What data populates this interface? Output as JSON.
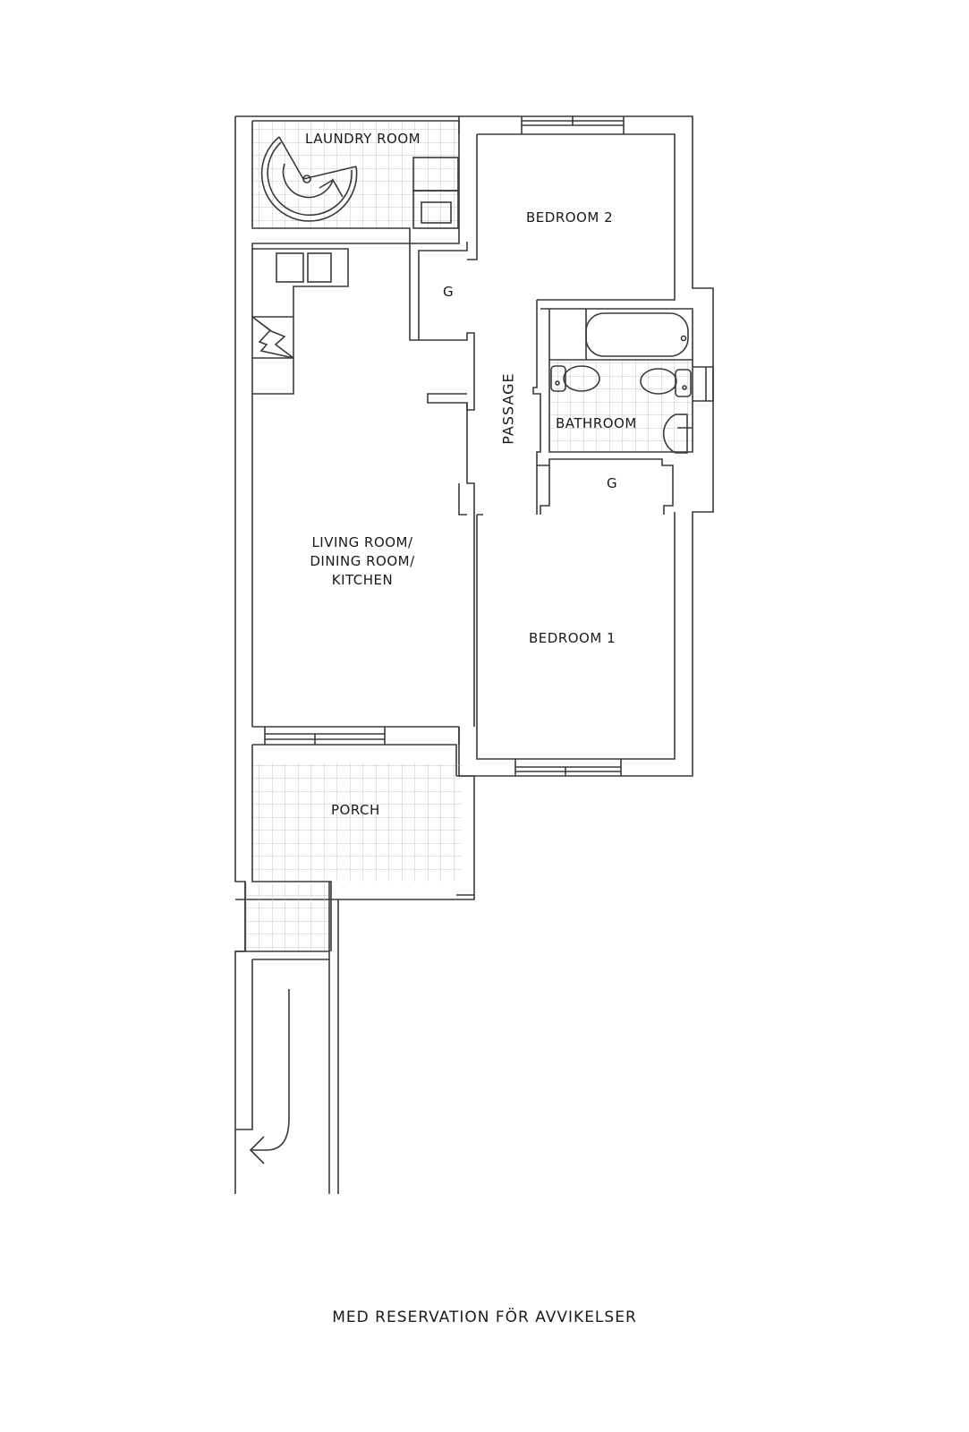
{
  "floorplan": {
    "rooms": {
      "laundry": "LAUNDRY ROOM",
      "bedroom2": "BEDROOM 2",
      "closet_upper": "G",
      "passage": "PASSAGE",
      "bathroom": "BATHROOM",
      "closet_lower": "G",
      "living": "LIVING ROOM/\nDINING ROOM/\nKITCHEN",
      "bedroom1": "BEDROOM 1",
      "porch": "PORCH"
    },
    "fixtures": [
      "spiral-staircase-icon",
      "washer-icon",
      "dryer-icon",
      "stove-icon",
      "fireplace-icon",
      "bathtub-icon",
      "toilet-icon",
      "toilet-icon",
      "sink-icon",
      "ramp-arrow-icon"
    ],
    "colors": {
      "line": "#3a3a3a",
      "tile": "#bdbdbd",
      "text": "#1a1a1a",
      "background": "#ffffff"
    }
  },
  "footer": {
    "disclaimer": "MED RESERVATION FÖR AVVIKELSER"
  }
}
